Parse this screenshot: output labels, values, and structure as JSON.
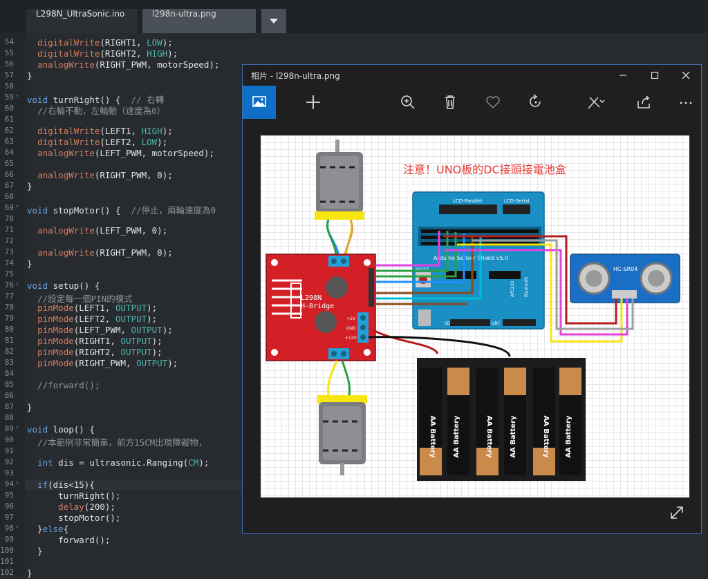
{
  "tabs": [
    {
      "label": "L298N_UltraSonic.ino"
    },
    {
      "label": "l298n-ultra.png"
    }
  ],
  "code_lines": [
    {
      "n": "54",
      "t": "  digitalWrite(RIGHT1, LOW);"
    },
    {
      "n": "55",
      "t": "  digitalWrite(RIGHT2, HIGH);"
    },
    {
      "n": "56",
      "t": "  analogWrite(RIGHT_PWM, motorSpeed);"
    },
    {
      "n": "57",
      "t": "}"
    },
    {
      "n": "58",
      "t": ""
    },
    {
      "n": "59",
      "t": "void turnRight() {  // 右轉",
      "fold": true
    },
    {
      "n": "60",
      "t": "  //右輪不動，左輪動（速度為0）"
    },
    {
      "n": "61",
      "t": ""
    },
    {
      "n": "62",
      "t": "  digitalWrite(LEFT1, HIGH);"
    },
    {
      "n": "63",
      "t": "  digitalWrite(LEFT2, LOW);"
    },
    {
      "n": "64",
      "t": "  analogWrite(LEFT_PWM, motorSpeed);"
    },
    {
      "n": "65",
      "t": ""
    },
    {
      "n": "66",
      "t": "  analogWrite(RIGHT_PWM, 0);"
    },
    {
      "n": "67",
      "t": "}"
    },
    {
      "n": "68",
      "t": ""
    },
    {
      "n": "69",
      "t": "void stopMotor() {  //停止，兩輪速度為0",
      "fold": true
    },
    {
      "n": "70",
      "t": ""
    },
    {
      "n": "71",
      "t": "  analogWrite(LEFT_PWM, 0);"
    },
    {
      "n": "72",
      "t": ""
    },
    {
      "n": "73",
      "t": "  analogWrite(RIGHT_PWM, 0);"
    },
    {
      "n": "74",
      "t": "}"
    },
    {
      "n": "75",
      "t": ""
    },
    {
      "n": "76",
      "t": "void setup() {",
      "fold": true
    },
    {
      "n": "77",
      "t": "  //設定每一個PIN的模式"
    },
    {
      "n": "78",
      "t": "  pinMode(LEFT1, OUTPUT);"
    },
    {
      "n": "79",
      "t": "  pinMode(LEFT2, OUTPUT);"
    },
    {
      "n": "80",
      "t": "  pinMode(LEFT_PWM, OUTPUT);"
    },
    {
      "n": "81",
      "t": "  pinMode(RIGHT1, OUTPUT);"
    },
    {
      "n": "82",
      "t": "  pinMode(RIGHT2, OUTPUT);"
    },
    {
      "n": "83",
      "t": "  pinMode(RIGHT_PWM, OUTPUT);"
    },
    {
      "n": "84",
      "t": ""
    },
    {
      "n": "85",
      "t": "  //forward();"
    },
    {
      "n": "86",
      "t": ""
    },
    {
      "n": "87",
      "t": "}"
    },
    {
      "n": "88",
      "t": ""
    },
    {
      "n": "89",
      "t": "void loop() {",
      "fold": true
    },
    {
      "n": "90",
      "t": "  //本範例非常簡單，前方15CM出現障礙物，"
    },
    {
      "n": "91",
      "t": ""
    },
    {
      "n": "92",
      "t": "  int dis = ultrasonic.Ranging(CM);"
    },
    {
      "n": "93",
      "t": ""
    },
    {
      "n": "94",
      "t": "  if(dis<15){",
      "fold": true
    },
    {
      "n": "95",
      "t": "      turnRight();"
    },
    {
      "n": "96",
      "t": "      delay(200);"
    },
    {
      "n": "97",
      "t": "      stopMotor();"
    },
    {
      "n": "98",
      "t": "  }else{",
      "fold": true
    },
    {
      "n": "99",
      "t": "      forward();"
    },
    {
      "n": "100",
      "t": "  }"
    },
    {
      "n": "101",
      "t": ""
    },
    {
      "n": "102",
      "t": "}"
    }
  ],
  "viewer": {
    "title": "相片 - l298n-ultra.png",
    "image": {
      "note": "注意！UNO板的DC接頭接電池盒",
      "lcd_parallel": "LCD-Parallel",
      "lcd_serial": "LCD-Serial",
      "shield_label": "Arduino Sensor Shield v5.0",
      "reset_label": "RESET",
      "bluetooth_label": "Bluetooth",
      "apc_label": "APC220",
      "sd_label": "SD+",
      "urf_label": "URF",
      "sensor_label": "HC-SR04",
      "l298n_line1": "L298N",
      "l298n_line2": "H-Bridge",
      "v5": "+5V",
      "gnd": "GND",
      "v12": "+12V",
      "battery_label": "AA Battery"
    }
  },
  "colors": {
    "accent": "#0e6fc4",
    "note_red": "#e53935"
  }
}
